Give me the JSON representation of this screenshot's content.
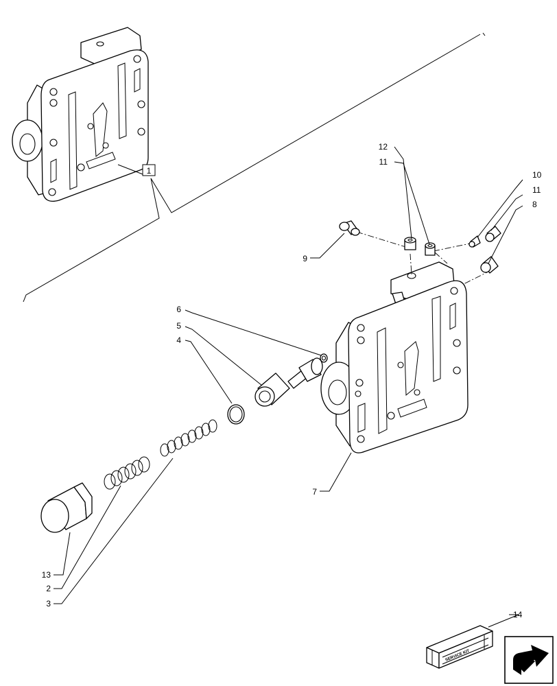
{
  "callouts": {
    "c1": "1",
    "c2": "2",
    "c3": "3",
    "c4": "4",
    "c5": "5",
    "c6": "6",
    "c7": "7",
    "c8": "8",
    "c9": "9",
    "c10": "10",
    "c11a": "11",
    "c11b": "11",
    "c12": "12",
    "c13": "13",
    "c14": "14"
  },
  "kit_label": "SERVICE KIT",
  "icons": {
    "kit": "service-kit-box-icon",
    "nav": "next-page-arrow-icon"
  }
}
